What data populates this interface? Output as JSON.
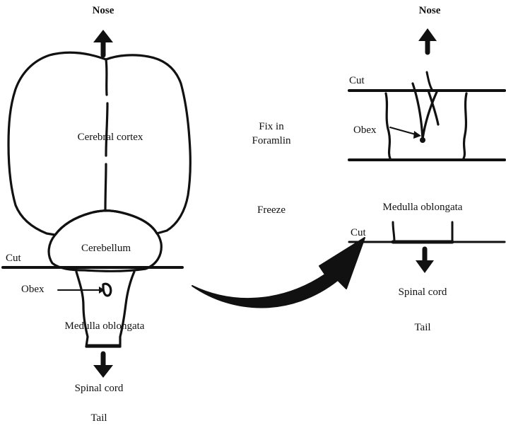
{
  "left_panel": {
    "nose": "Nose",
    "cerebral_cortex": "Cerebral cortex",
    "cerebellum": "Cerebellum",
    "cut": "Cut",
    "obex": "Obex",
    "medulla": "Medulla oblongata",
    "spinal_cord": "Spinal cord",
    "tail": "Tail"
  },
  "middle": {
    "fix_line1": "Fix in",
    "fix_line2": "Foramlin",
    "freeze": "Freeze"
  },
  "right_panel": {
    "nose": "Nose",
    "cut_top": "Cut",
    "obex": "Obex",
    "medulla": "Medulla oblongata",
    "cut_bottom": "Cut",
    "spinal_cord": "Spinal cord",
    "tail": "Tail"
  },
  "colors": {
    "ink": "#111111",
    "background": "#ffffff"
  }
}
